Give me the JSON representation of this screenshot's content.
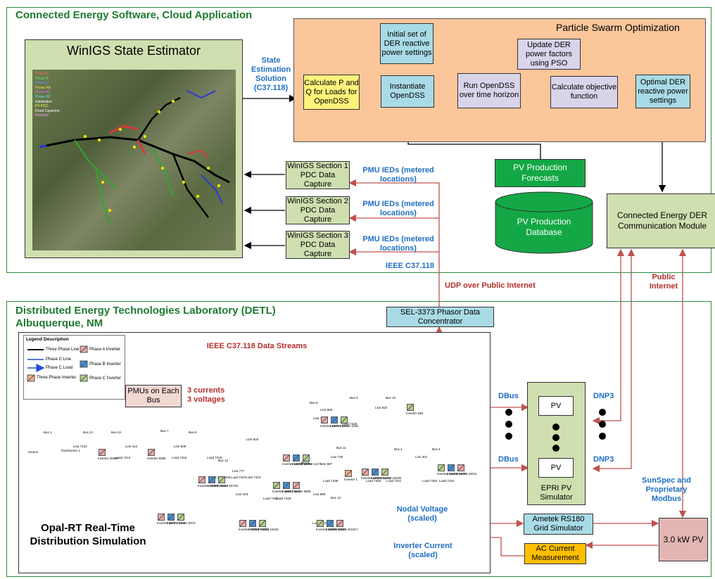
{
  "cloud": {
    "title": "Connected Energy Software, Cloud Application",
    "winigs_title": "WinIGS State Estimator",
    "map_legend": [
      "Phase A",
      "Phase B",
      "Phase C",
      "Phase AB",
      "Phase AC",
      "Phase BC",
      "Substation",
      "PV PCC",
      "Fixed Capacitor",
      "Recloser"
    ],
    "state_estimation": "State Estimation Solution (C37.118)",
    "pso_title": "Particle Swarm Optimization",
    "calc_pq": "Calculate P and Q for Loads for OpenDSS",
    "initial_set": "Initial set of DER reactive power settings",
    "instantiate": "Instantiate OpenDSS",
    "run_opendss": "Run OpenDSS over time horizon",
    "update_der": "Update DER power factors using PSO",
    "calc_obj": "Calculate objective function",
    "optimal_der": "Optimal DER reactive power settings",
    "pv_forecasts": "PV Production Forecasts",
    "pv_database": "PV Production Database",
    "der_comm": "Connected Energy DER Communication Module",
    "pdc1": "WinIGS Section 1 PDC Data Capture",
    "pdc2": "WinIGS Section 2 PDC Data Capture",
    "pdc3": "WinIGS Section 3 PDC Data Capture",
    "pmu_ieds": "PMU IEDs (metered locations)",
    "ieee_c37": "IEEE C37.118"
  },
  "link": {
    "udp": "UDP over Public Internet",
    "public_internet": "Public Internet"
  },
  "detl": {
    "title": "Distributed Energy Technologies Laboratory (DETL)",
    "subtitle": "Albuquerque, NM",
    "sel": "SEL-3373 Phasor Data Concentrator",
    "ieee_streams": "IEEE C37.118 Data Streams",
    "legend_title": "Legend Description",
    "legend_items": [
      "Three Phase Line",
      "Phase C Line",
      "Phase C Load",
      "Three Phase Inverter",
      "Phase A Inverter",
      "Phase B Inverter",
      "Phase C Inverter"
    ],
    "pmus": "PMUs on Each Bus",
    "currents": "3 currents",
    "voltages": "3 voltages",
    "opal": "Opal-RT Real-Time Distribution Simulation",
    "dbus1": "DBus",
    "dbus2": "DBus",
    "dnp3_1": "DNP3",
    "dnp3_2": "DNP3",
    "pv1": "PV",
    "pv2": "PV",
    "epri": "EPRI PV Simulator",
    "sunspec": "SunSpec and Proprietary Modbus",
    "nodal": "Nodal Voltage (scaled)",
    "inverter_current": "Inverter Current (scaled)",
    "ametek": "Ametek RS180 Grid Simulator",
    "ac_meas": "AC Current Measurement",
    "kw_pv": "3.0 kW PV"
  },
  "feeder": {
    "bus_labels": [
      "Bus 1",
      "Bus 2A",
      "Bus 2A",
      "Bus 7",
      "Bus 6",
      "Bus 8",
      "Bus 9",
      "Bus 10",
      "Bus 11",
      "Bus 4",
      "Bus 3",
      "Bus 12",
      "Bus 5",
      "Bus 13"
    ],
    "line_labels": [
      "Line 7132",
      "Line 312",
      "Line 809",
      "Line 825",
      "Line 805",
      "Line 775",
      "Line 777",
      "Line 887",
      "Line 730",
      "Line 301",
      "Line 810",
      "Line 403",
      "Line 899"
    ],
    "source": "Source",
    "transformer": "Transformer 1",
    "load_labels": [
      "Load 7413",
      "Load 7415",
      "Load 7418",
      "Load 7426",
      "Load 7438",
      "Load 7441",
      "Load 7442",
      "Load 7424",
      "Load 7430",
      "Load 7433",
      "Load 7440",
      "Load 7447",
      "Load 7448",
      "Load 7450",
      "Load 7453"
    ],
    "inv_labels": [
      "Inverter 20888",
      "Inverter 9288",
      "Inverter 1675",
      "Inverter 2712",
      "Inverter 1180",
      "Inverter 838",
      "Inverter 73007",
      "Inverter 73504",
      "Inverter 92745",
      "Inverter 16039",
      "Inverter 16062",
      "Inverter 11172",
      "Inverter 1",
      "Inverter 12004",
      "Inverter 12232",
      "Inverter 18235",
      "Inverter 21822",
      "Inverter 24974",
      "Inverter 25011",
      "Inverter 4996",
      "Inverter 9823",
      "Inverter 9809",
      "Inverter 8077",
      "Inverter 7724",
      "Inverter 8373",
      "Inverter 73007",
      "Inverter 73056",
      "Inverter 16191",
      "Inverter 20889",
      "Inverter 20920",
      "Inverter 221917"
    ]
  },
  "colors": {
    "section_green": "#2e8b3d",
    "red_line": "#c0504d",
    "blue_label": "#1e6fc4",
    "pso_bg": "#fac69a",
    "db_green": "#13a845",
    "map_bg": "#6a7a4e"
  }
}
